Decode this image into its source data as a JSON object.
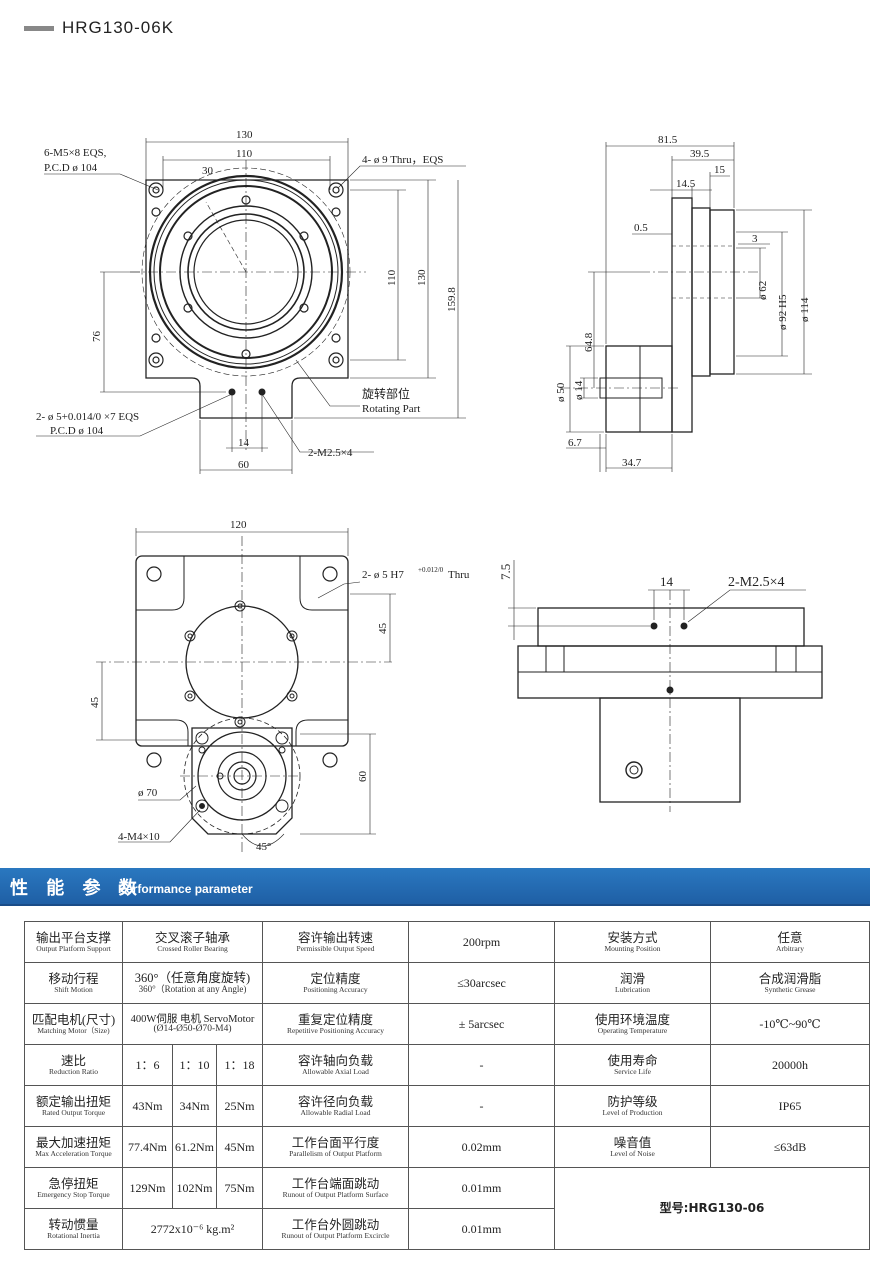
{
  "header": {
    "title": "HRG130-06K"
  },
  "drawing": {
    "top_view": {
      "dim_130": "130",
      "dim_110": "110",
      "angle_30": "30",
      "note_m5": "6-M5×8 EQS,",
      "note_pcd1": "P.C.D  ø 104",
      "note_holes": "4- ø 9 Thru，EQS",
      "dim_110v": "110",
      "dim_130v": "130",
      "dim_1598": "159.8",
      "dim_76": "76",
      "note_pin": "2- ø 5+0.014/0 ×7 EQS",
      "note_pcd2": "P.C.D  ø 104",
      "dim_14": "14",
      "dim_60": "60",
      "note_m25": "2-M2.5×4",
      "rot_cn": "旋转部位",
      "rot_en": "Rotating Part"
    },
    "side_view": {
      "d815": "81.5",
      "d395": "39.5",
      "d145": "14.5",
      "d15": "15",
      "d05": "0.5",
      "d3": "3",
      "d62": "ø 62",
      "d92": "ø 92 H5",
      "d114": "ø 114",
      "d648": "64.8",
      "d50": "ø 50",
      "d14": "ø 14",
      "d67": "6.7",
      "d347": "34.7"
    },
    "bottom_view": {
      "d120": "120",
      "note_h7": "2- ø 5 H7",
      "note_h7_tol": "+0.012/0",
      "note_thru": "Thru",
      "d45a": "45",
      "d45b": "45",
      "d60": "60",
      "d70": "ø 70",
      "note_m4": "4-M4×10",
      "ang45": "45°"
    },
    "front_view": {
      "d75": "7.5",
      "d14": "14",
      "note_m25": "2-M2.5×4"
    }
  },
  "perf": {
    "title_cn": "性 能 参 数",
    "title_en": "Performance parameter"
  },
  "table": {
    "r1": {
      "a_cn": "输出平台支撑",
      "a_en": "Output Platform Support",
      "a_val": "交叉滚子轴承",
      "a_val_en": "Crossed Roller Bearing",
      "b_cn": "容许输出转速",
      "b_en": "Permissible Output Speed",
      "b_val": "200rpm",
      "c_cn": "安装方式",
      "c_en": "Mounting Position",
      "c_val": "任意",
      "c_val_en": "Arbitrary"
    },
    "r2": {
      "a_cn": "移动行程",
      "a_en": "Shift Motion",
      "a_val": "360°（任意角度旋转)",
      "a_val_en": "360°（Rotation at any Angle)",
      "b_cn": "定位精度",
      "b_en": "Positioning Accuracy",
      "b_val": "≤30arcsec",
      "c_cn": "润滑",
      "c_en": "Lubrication",
      "c_val": "合成润滑脂",
      "c_val_en": "Synthetic Grease"
    },
    "r3": {
      "a_cn": "匹配电机(尺寸)",
      "a_en": "Matching Motor（Size)",
      "a_val": "400W伺服 电机 ServoMotor",
      "a_val_en": "(Ø14-Ø50-Ø70-M4)",
      "b_cn": "重复定位精度",
      "b_en": "Repetitive Positioning Accuracy",
      "b_val": "± 5arcsec",
      "c_cn": "使用环境温度",
      "c_en": "Operating Temperature",
      "c_val": "-10℃~90℃"
    },
    "r4": {
      "a_cn": "速比",
      "a_en": "Reduction Ratio",
      "v1": "1：6",
      "v2": "1：10",
      "v3": "1：18",
      "b_cn": "容许轴向负载",
      "b_en": "Allowable Axial Load",
      "b_val": "-",
      "c_cn": "使用寿命",
      "c_en": "Service Life",
      "c_val": "20000h"
    },
    "r5": {
      "a_cn": "额定输出扭矩",
      "a_en": "Rated Output Torque",
      "v1": "43Nm",
      "v2": "34Nm",
      "v3": "25Nm",
      "b_cn": "容许径向负载",
      "b_en": "Allowable Radial Load",
      "b_val": "-",
      "c_cn": "防护等级",
      "c_en": "Level of Production",
      "c_val": "IP65"
    },
    "r6": {
      "a_cn": "最大加速扭矩",
      "a_en": "Max Acceleration Torque",
      "v1": "77.4Nm",
      "v2": "61.2Nm",
      "v3": "45Nm",
      "b_cn": "工作台面平行度",
      "b_en": "Parallelism of Output Platform",
      "b_val": "0.02mm",
      "c_cn": "噪音值",
      "c_en": "Level of Noise",
      "c_val": "≤63dB"
    },
    "r7": {
      "a_cn": "急停扭矩",
      "a_en": "Emergency Stop Torque",
      "v1": "129Nm",
      "v2": "102Nm",
      "v3": "75Nm",
      "b_cn": "工作台端面跳动",
      "b_en": "Runout of Output Platform Surface",
      "b_val": "0.01mm"
    },
    "r8": {
      "a_cn": "转动惯量",
      "a_en": "Rotational Inertia",
      "a_val": "2772x10⁻⁶ kg.m²",
      "b_cn": "工作台外圆跳动",
      "b_en": "Runout of Output Platform Excircle",
      "b_val": "0.01mm"
    },
    "model": "型号:HRG130-06"
  }
}
